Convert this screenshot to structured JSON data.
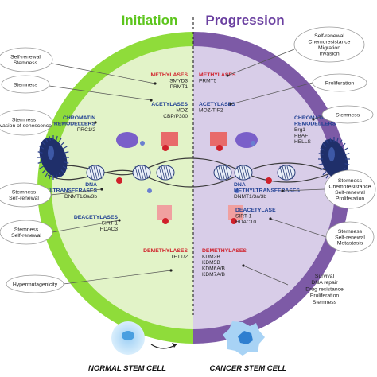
{
  "headers": {
    "initiation": "Initiation",
    "progression": "Progression"
  },
  "colors": {
    "initiation_fill": "#8fdc3a",
    "initiation_inner": "#e2f3c8",
    "initiation_title": "#5cc51c",
    "progression_fill": "#7d5aa6",
    "progression_inner": "#d8cde8",
    "progression_title": "#6a3fa0",
    "enzyme_red": "#d0202a",
    "enzyme_blue": "#1f3f93",
    "cell_blue": "#4a9fe0"
  },
  "left_callouts": [
    {
      "lines": [
        "Self-renewal",
        "Stemness"
      ]
    },
    {
      "lines": [
        "Stemness"
      ]
    },
    {
      "lines": [
        "Stemness",
        "Evasion of senescence"
      ]
    },
    {
      "lines": [
        "Stemness",
        "Self-renewal"
      ]
    },
    {
      "lines": [
        "Stemness",
        "Self-renewal"
      ]
    },
    {
      "lines": [
        "Hypermutagenicity"
      ]
    }
  ],
  "right_callouts": [
    {
      "lines": [
        "Self-renewal",
        "Chemoresistance",
        "Migration",
        "Invasion"
      ]
    },
    {
      "lines": [
        "Proliferation"
      ]
    },
    {
      "lines": [
        "Stemness"
      ]
    },
    {
      "lines": [
        "Stemness",
        "Chemoresistance",
        "Self-renewal",
        "Proliferation"
      ]
    },
    {
      "lines": [
        "Stemness",
        "Self-renewal",
        "Metastasis"
      ]
    }
  ],
  "right_plain_text": [
    "Survival",
    "DNA repair",
    "Drug resistance",
    "Proliferation",
    "Stemness"
  ],
  "initiation_enzymes": [
    {
      "title": "METHYLASES",
      "title_color": "red",
      "members": [
        "SMYD3",
        "PRMT1"
      ]
    },
    {
      "title": "ACETYLASES",
      "title_color": "blue",
      "members": [
        "MOZ",
        "CBP/P300"
      ]
    },
    {
      "title": "CHROMATIN\nREMODELLERS",
      "title_color": "blue",
      "members": [
        "PRC1/2"
      ]
    },
    {
      "title": "DNA\nMETHYLTRANSFERASES",
      "title_color": "blue",
      "members": [
        "DNMT1/3a/3b"
      ]
    },
    {
      "title": "DEACETYLASES",
      "title_color": "blue",
      "members": [
        "SIRT-1",
        "HDAC3"
      ]
    },
    {
      "title": "DEMETHYLASES",
      "title_color": "red",
      "members": [
        "TET1/2"
      ]
    }
  ],
  "progression_enzymes": [
    {
      "title": "METHYLASES",
      "title_color": "red",
      "members": [
        "PRMT5"
      ]
    },
    {
      "title": "ACETYLASES",
      "title_color": "blue",
      "members": [
        "MOZ-TIF2"
      ]
    },
    {
      "title": "CHROMATIN\nREMODELLERS",
      "title_color": "blue",
      "members": [
        "Brg1",
        "PBAF",
        "HELLS"
      ]
    },
    {
      "title": "DNA\nMETHYLTRANSFERASES",
      "title_color": "blue",
      "members": [
        "DNMT1/3a/3b"
      ]
    },
    {
      "title": "DEACETYLASE",
      "title_color": "blue",
      "members": [
        "SIRT-1",
        "HDAC10"
      ]
    },
    {
      "title": "DEMETHYLASES",
      "title_color": "red",
      "members": [
        "KDM2B",
        "KDM5B",
        "KDM6A/B",
        "KDM7A/B"
      ]
    }
  ],
  "cells": {
    "normal": "NORMAL STEM CELL",
    "cancer": "CANCER STEM CELL"
  }
}
